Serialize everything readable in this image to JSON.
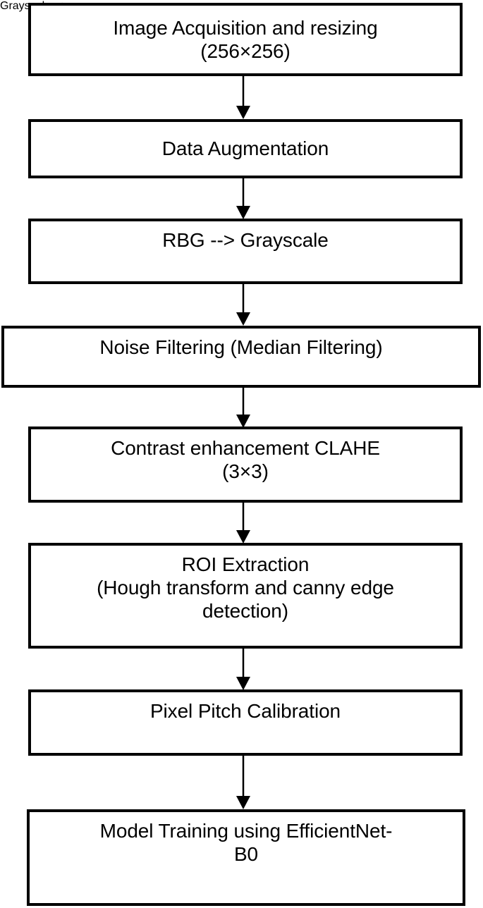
{
  "diagram": {
    "title": "Image processing and model training pipeline flowchart",
    "orientation": "vertical-top-to-bottom",
    "colors": {
      "background": "#ffffff",
      "box_fill": "#ffffff",
      "box_stroke": "#000000",
      "text": "#000000",
      "arrow": "#000000"
    },
    "nodes": [
      {
        "id": "image-acquisition",
        "label": "Image Acquisition and resizing\n(256×256)",
        "line1": "Image Acquisition and resizing",
        "line2": "(256×256)"
      },
      {
        "id": "data-augmentation",
        "label": "Data Augmentation",
        "line1": "Data Augmentation"
      },
      {
        "id": "rbg-to-grayscale",
        "label": "RBG --> Grayscale",
        "line1": "RBG --> Grayscale"
      },
      {
        "id": "noise-filtering",
        "label": "Noise Filtering (Median Filtering)",
        "line1": "Noise Filtering (Median Filtering)"
      },
      {
        "id": "contrast-enhancement",
        "label": "Contrast enhancement CLAHE\n(3×3)",
        "line1": "Contrast enhancement CLAHE",
        "line2": "(3×3)"
      },
      {
        "id": "roi-extraction",
        "label": "ROI Extraction\n(Hough transform and canny edge\ndetection)",
        "line1": "ROI Extraction",
        "line2": "(Hough transform and canny edge",
        "line3": "detection)"
      },
      {
        "id": "pixel-pitch-calibration",
        "label": "Pixel Pitch Calibration",
        "line1": "Pixel Pitch Calibration"
      },
      {
        "id": "model-training",
        "label": "Model Training using EfficientNet-\nB0",
        "line1": "Model Training using EfficientNet-",
        "line2": "B0"
      }
    ],
    "edges": [
      {
        "id": "edge-1",
        "from": "image-acquisition",
        "to": "data-augmentation",
        "arrowhead": "solid-triangle-down"
      },
      {
        "id": "edge-2",
        "from": "data-augmentation",
        "to": "rbg-to-grayscale",
        "arrowhead": "solid-triangle-down"
      },
      {
        "id": "edge-3",
        "from": "rbg-to-grayscale",
        "to": "noise-filtering",
        "arrowhead": "solid-triangle-down"
      },
      {
        "id": "edge-4",
        "from": "noise-filtering",
        "to": "contrast-enhancement",
        "arrowhead": "solid-triangle-down"
      },
      {
        "id": "edge-5",
        "from": "contrast-enhancement",
        "to": "roi-extraction",
        "arrowhead": "solid-triangle-down"
      },
      {
        "id": "edge-6",
        "from": "roi-extraction",
        "to": "pixel-pitch-calibration",
        "arrowhead": "solid-triangle-down"
      },
      {
        "id": "edge-7",
        "from": "pixel-pitch-calibration",
        "to": "model-training",
        "arrowhead": "solid-triangle-down"
      }
    ]
  }
}
